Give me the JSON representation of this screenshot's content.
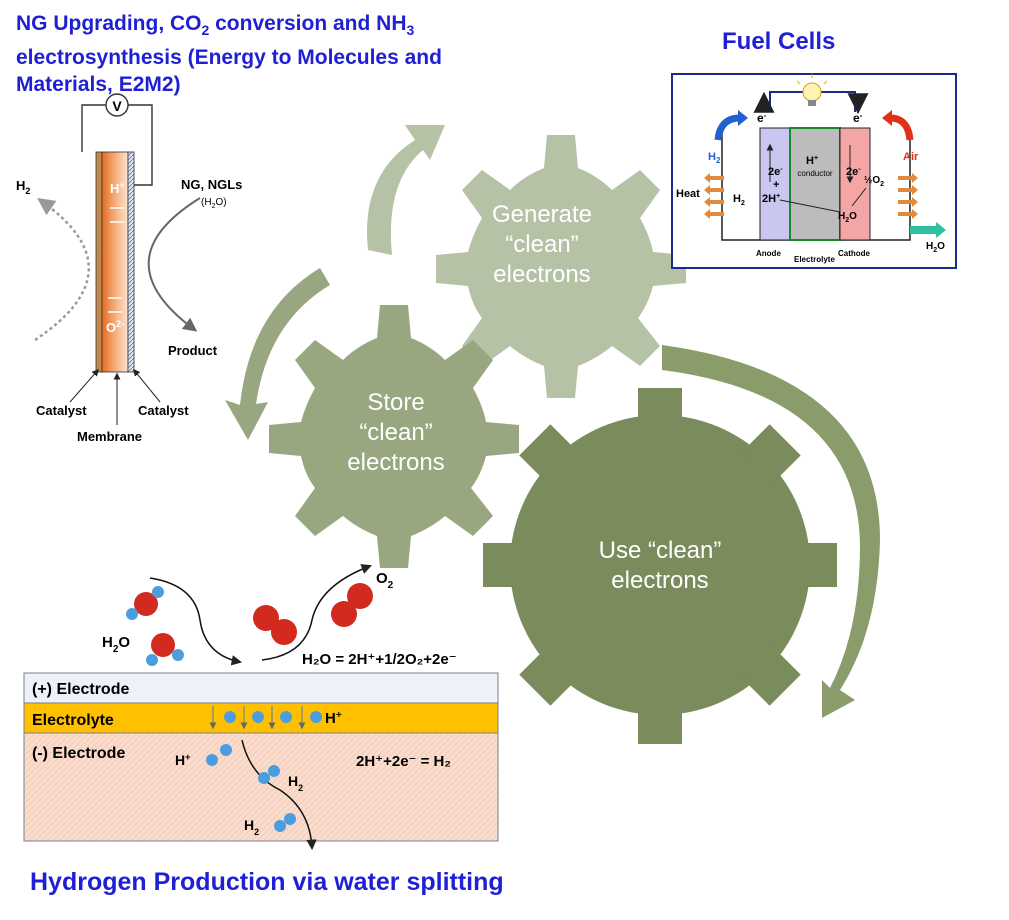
{
  "titles": {
    "ng_line1": "NG Upgrading, CO",
    "ng_sub1": "2",
    "ng_line1b": " conversion and NH",
    "ng_sub2": "3",
    "ng_line2": "electrosynthesis (Energy to Molecules and",
    "ng_line3": "Materials, E2M2)",
    "fuel_cells": "Fuel Cells",
    "hydrogen": "Hydrogen Production via water splitting"
  },
  "gears": {
    "generate": [
      "Generate",
      "“clean”",
      "electrons"
    ],
    "store": [
      "Store",
      "“clean”",
      "electrons"
    ],
    "use": [
      "Use “clean”",
      "electrons"
    ]
  },
  "membrane": {
    "voltmeter": "V",
    "h2": "H",
    "h2_sub": "2",
    "hplus": "H",
    "hplus_sup": "+",
    "o2minus": "O",
    "o2minus_sup": "2-",
    "ng": "NG, NGLs",
    "h2o": "(H",
    "h2o_sub": "2",
    "h2o_end": "O)",
    "product": "Product",
    "catalyst_left": "Catalyst",
    "catalyst_right": "Catalyst",
    "membrane": "Membrane"
  },
  "fuel_cell": {
    "e_left": "e",
    "e_right": "e",
    "e_sup": "-",
    "h2": "H",
    "h2_sub": "2",
    "air": "Air",
    "heat": "Heat",
    "two_e_left": "2e",
    "plus": "+",
    "two_h_plus": "2H",
    "h_conductor": "H",
    "conductor": "conductor",
    "two_e_right": "2e",
    "half_o2": "½O",
    "h2o": "H",
    "h2o_end": "O",
    "h2o_out": "H",
    "h2o_out_end": "O",
    "anode": "Anode",
    "electrolyte": "Electrolyte",
    "cathode": "Cathode",
    "sub2": "2",
    "sup_plus": "+"
  },
  "electrolysis": {
    "o2": "O",
    "o2_sub": "2",
    "h2o": "H",
    "h2o_sub": "2",
    "h2o_end": "O",
    "reaction_anode": "H₂O = 2H⁺+1/2O₂+2e⁻",
    "pos_electrode": "(+) Electrode",
    "electrolyte": "Electrolyte",
    "neg_electrode": "(-) Electrode",
    "hplus_a": "H",
    "hplus_b": "H",
    "sup_plus": "+",
    "reaction_cathode": "2H⁺+2e⁻ = H₂",
    "h2_a": "H",
    "h2_b": "H",
    "sub2": "2"
  },
  "colors": {
    "title_blue": "#1f1fd6",
    "gear_light": "#b6c2a6",
    "gear_mid": "#98a77f",
    "gear_dark": "#7b8c5c",
    "electrolyte_yellow": "#ffc000",
    "electrode_light": "#eef1f7",
    "electrode_pink": "#fbdccc"
  }
}
